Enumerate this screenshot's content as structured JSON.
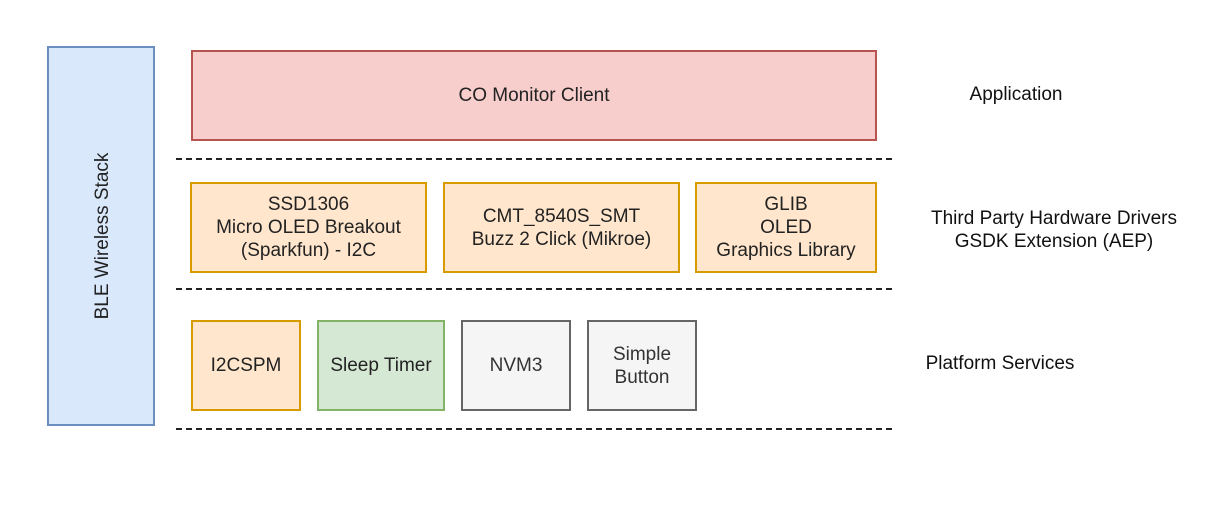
{
  "stack": {
    "label": "BLE Wireless Stack"
  },
  "application": {
    "box": "CO Monitor Client",
    "label": "Application"
  },
  "drivers": {
    "boxes": [
      [
        "SSD1306",
        "Micro OLED Breakout",
        "(Sparkfun) - I2C"
      ],
      [
        "CMT_8540S_SMT",
        "Buzz 2 Click (Mikroe)"
      ],
      [
        "GLIB",
        "OLED",
        "Graphics Library"
      ]
    ],
    "label": [
      "Third Party Hardware Drivers",
      "GSDK Extension (AEP)"
    ]
  },
  "platform": {
    "boxes": [
      "I2CSPM",
      "Sleep Timer",
      "NVM3",
      [
        "Simple",
        "Button"
      ]
    ],
    "label": "Platform Services"
  },
  "colors": {
    "orange_fill": "#ffe6cc",
    "orange_stroke": "#d79b00",
    "red_fill": "#f8cecc",
    "red_stroke": "#b85450",
    "green_fill": "#d5e8d4",
    "green_stroke": "#82b366",
    "gray_fill": "#f5f5f5",
    "gray_stroke": "#666666",
    "blue_fill": "#dae8fc",
    "blue_stroke": "#6c8ebf"
  }
}
